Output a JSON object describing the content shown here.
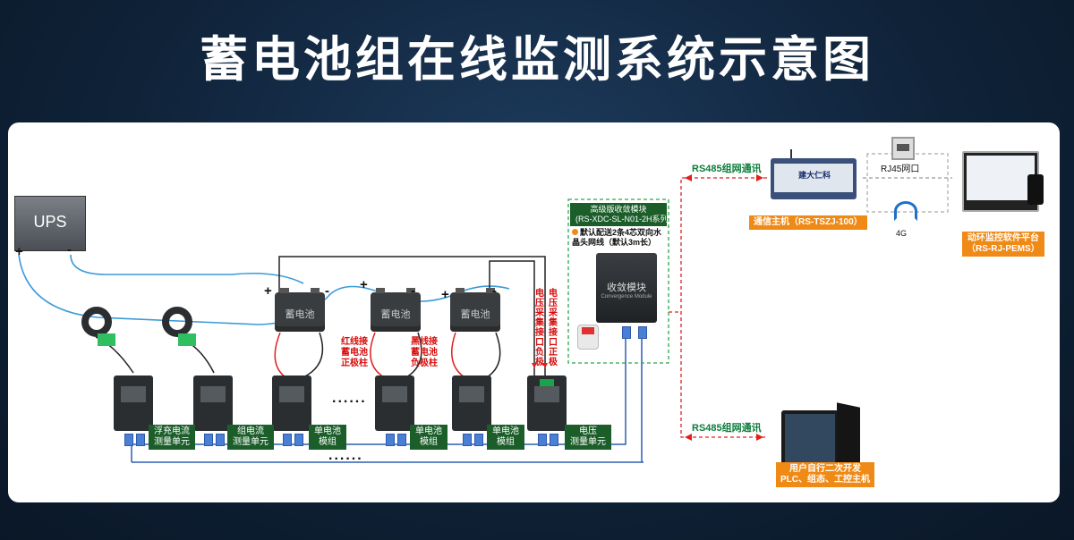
{
  "title": "蓄电池组在线监测系统示意图",
  "ups_label": "UPS",
  "battery_label": "蓄电池",
  "plus": "+",
  "minus": "-",
  "ellipsis": "......",
  "red_wire_note": "红线接\n蓄电池\n正极柱",
  "black_wire_note": "黑线接\n蓄电池\n负极柱",
  "voltage_port_pos": "电压采集接口正极",
  "voltage_port_neg": "电压采集接口负极",
  "units": [
    {
      "label": "浮充电流\n测量单元"
    },
    {
      "label": "组电流\n测量单元"
    },
    {
      "label": "单电池\n模组"
    },
    {
      "label": "单电池\n模组"
    },
    {
      "label": "单电池\n模组"
    },
    {
      "label": "电压\n测量单元"
    }
  ],
  "convergence": {
    "header": "高级版收敛模块\n(RS-XDC-SL-N01-2H系列)",
    "note": "默认配送2条4芯双向水\n晶头网线（默认3m长）",
    "device_text": "收敛模块",
    "device_sub": "Convergence Module"
  },
  "rs485_top": "RS485组网通讯",
  "rs485_bottom": "RS485组网通讯",
  "host": {
    "label": "通信主机（RS-TSZJ-100）",
    "brand": "建大仁科"
  },
  "rj45_label": "RJ45网口",
  "fourg_label": "4G",
  "platform": {
    "label": "动环监控软件平台\n（RS-RJ-PEMS）"
  },
  "user_dev": {
    "label": "用户自行二次开发\nPLC、组态、工控主机"
  },
  "colors": {
    "blue_wire": "#3a9ad9",
    "red_wire": "#e02020",
    "green_dash": "#2aa84a",
    "orange": "#f08a16"
  }
}
